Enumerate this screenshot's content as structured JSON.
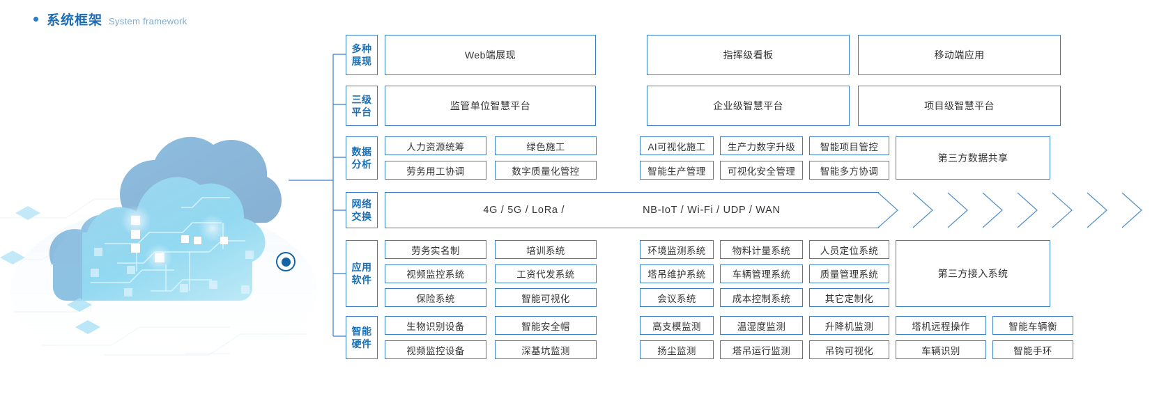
{
  "header": {
    "bullet": "bullet-dot",
    "title_cn": "系统框架",
    "title_en": "System framework"
  },
  "artwork": {
    "name": "cloud-computing-illustration",
    "node_label": "connection-node"
  },
  "colors": {
    "border": "#3a7fc4",
    "rail_text": "#1a6fb5",
    "cell_text": "#333333",
    "accent": "#1464a5",
    "header_cn": "#1d6db5",
    "header_en": "#7fa9cc"
  },
  "rows": [
    {
      "rail": [
        "多",
        "种",
        "展",
        "现"
      ],
      "rail_lines": [
        "多种",
        "展现"
      ],
      "type": "wide3",
      "cells": [
        "Web端展现",
        "指挥级看板",
        "移动端应用"
      ]
    },
    {
      "rail_lines": [
        "三级",
        "平台"
      ],
      "type": "wide3",
      "cells": [
        "监管单位智慧平台",
        "企业级智慧平台",
        "项目级智慧平台"
      ]
    },
    {
      "rail_lines": [
        "数据",
        "分析"
      ],
      "type": "grid",
      "groupA": [
        [
          "人力资源统筹",
          "绿色施工"
        ],
        [
          "劳务用工协调",
          "数字质量化管控"
        ]
      ],
      "groupB": [
        [
          "AI可视化施工",
          "生产力数字升级",
          "智能项目管控"
        ],
        [
          "智能生产管理",
          "可视化安全管理",
          "智能多方协调"
        ]
      ],
      "tall": "第三方数据共享"
    },
    {
      "rail_lines": [
        "网络",
        "交换"
      ],
      "type": "network",
      "net_left": "4G / 5G / LoRa /",
      "net_right": "NB-IoT / Wi-Fi / UDP / WAN",
      "chevron_count": 7
    },
    {
      "rail_lines": [
        "应用",
        "软件"
      ],
      "type": "grid",
      "groupA": [
        [
          "劳务实名制",
          "培训系统"
        ],
        [
          "视频监控系统",
          "工资代发系统"
        ],
        [
          "保险系统",
          "智能可视化"
        ]
      ],
      "groupB": [
        [
          "环境监测系统",
          "物料计量系统",
          "人员定位系统"
        ],
        [
          "塔吊维护系统",
          "车辆管理系统",
          "质量管理系统"
        ],
        [
          "会议系统",
          "成本控制系统",
          "其它定制化"
        ]
      ],
      "tall": "第三方接入系统"
    },
    {
      "rail_lines": [
        "智能",
        "硬件"
      ],
      "type": "hardware",
      "groupA": [
        [
          "生物识别设备",
          "智能安全帽"
        ],
        [
          "视频监控设备",
          "深基坑监测"
        ]
      ],
      "groupB": [
        [
          "高支模监测",
          "温湿度监测",
          "升降机监测"
        ],
        [
          "扬尘监测",
          "塔吊运行监测",
          "吊钩可视化"
        ]
      ],
      "groupC": [
        [
          "塔机远程操作",
          "智能车辆衡"
        ],
        [
          "车辆识别",
          "智能手环"
        ]
      ]
    }
  ]
}
